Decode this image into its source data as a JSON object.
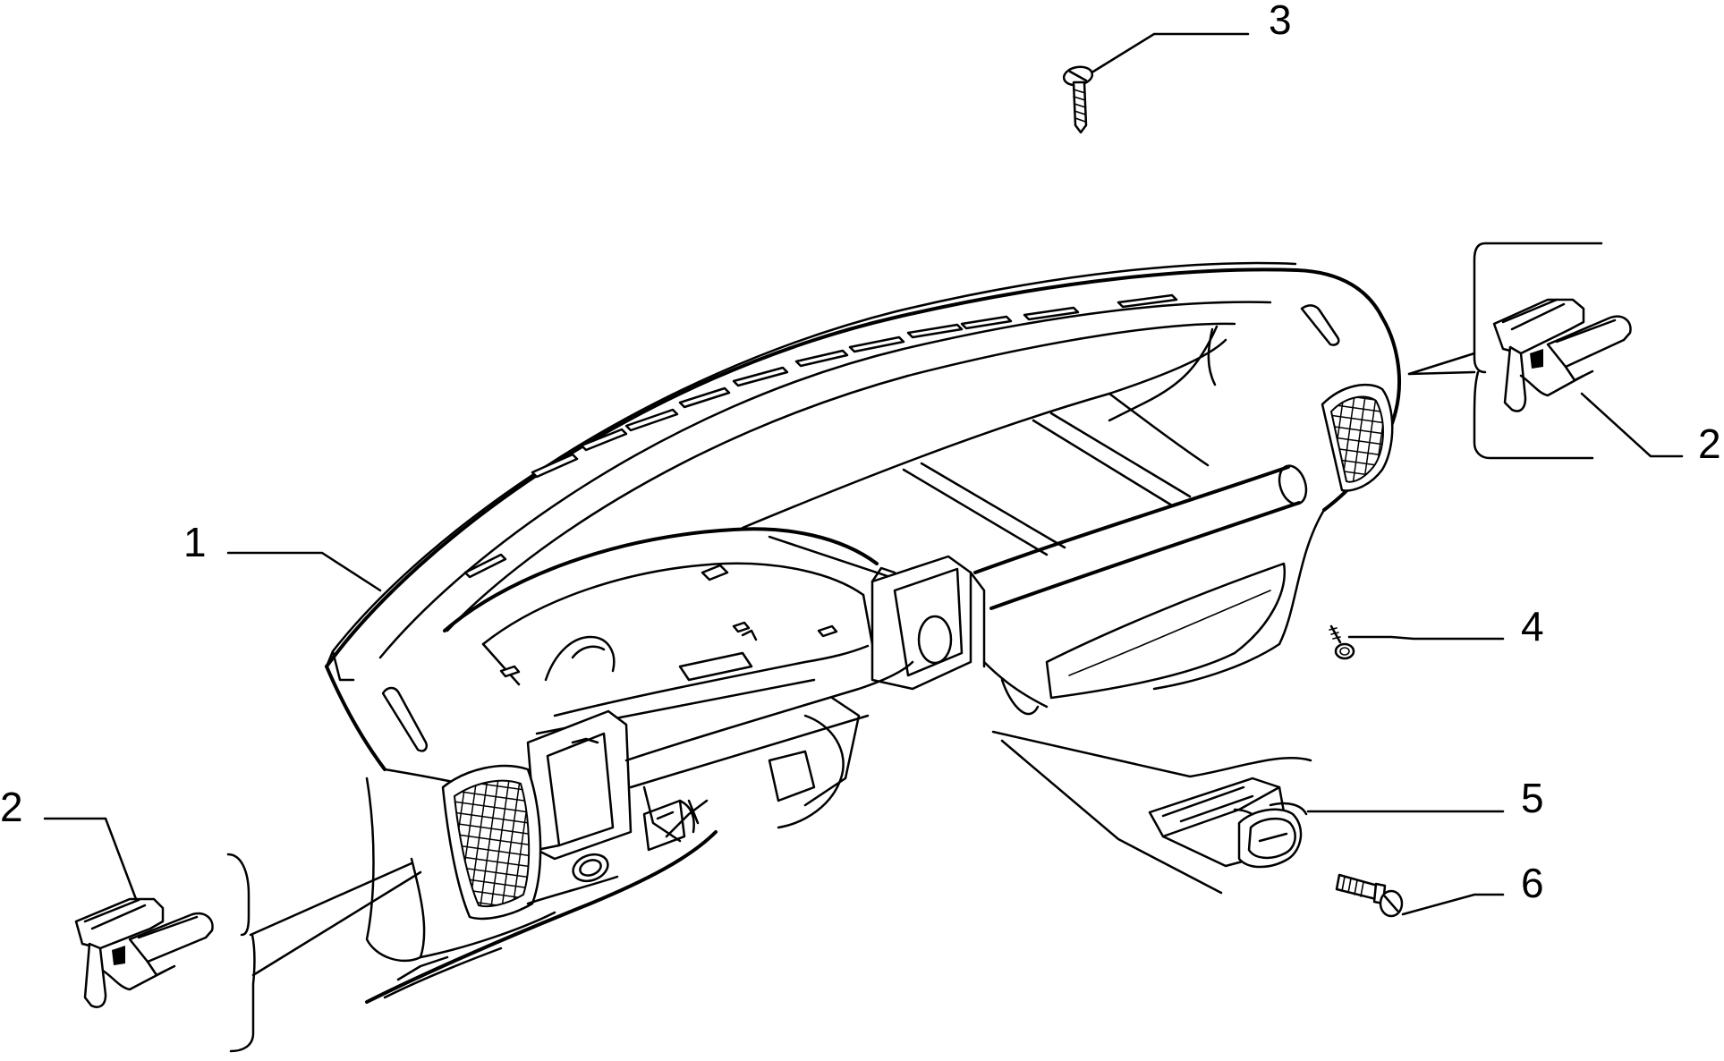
{
  "callouts": {
    "label_1": "1",
    "label_2_right": "2",
    "label_2_left": "2",
    "label_3": "3",
    "label_4": "4",
    "label_5": "5",
    "label_6": "6"
  },
  "colors": {
    "ink": "#000000",
    "background": "#ffffff"
  }
}
